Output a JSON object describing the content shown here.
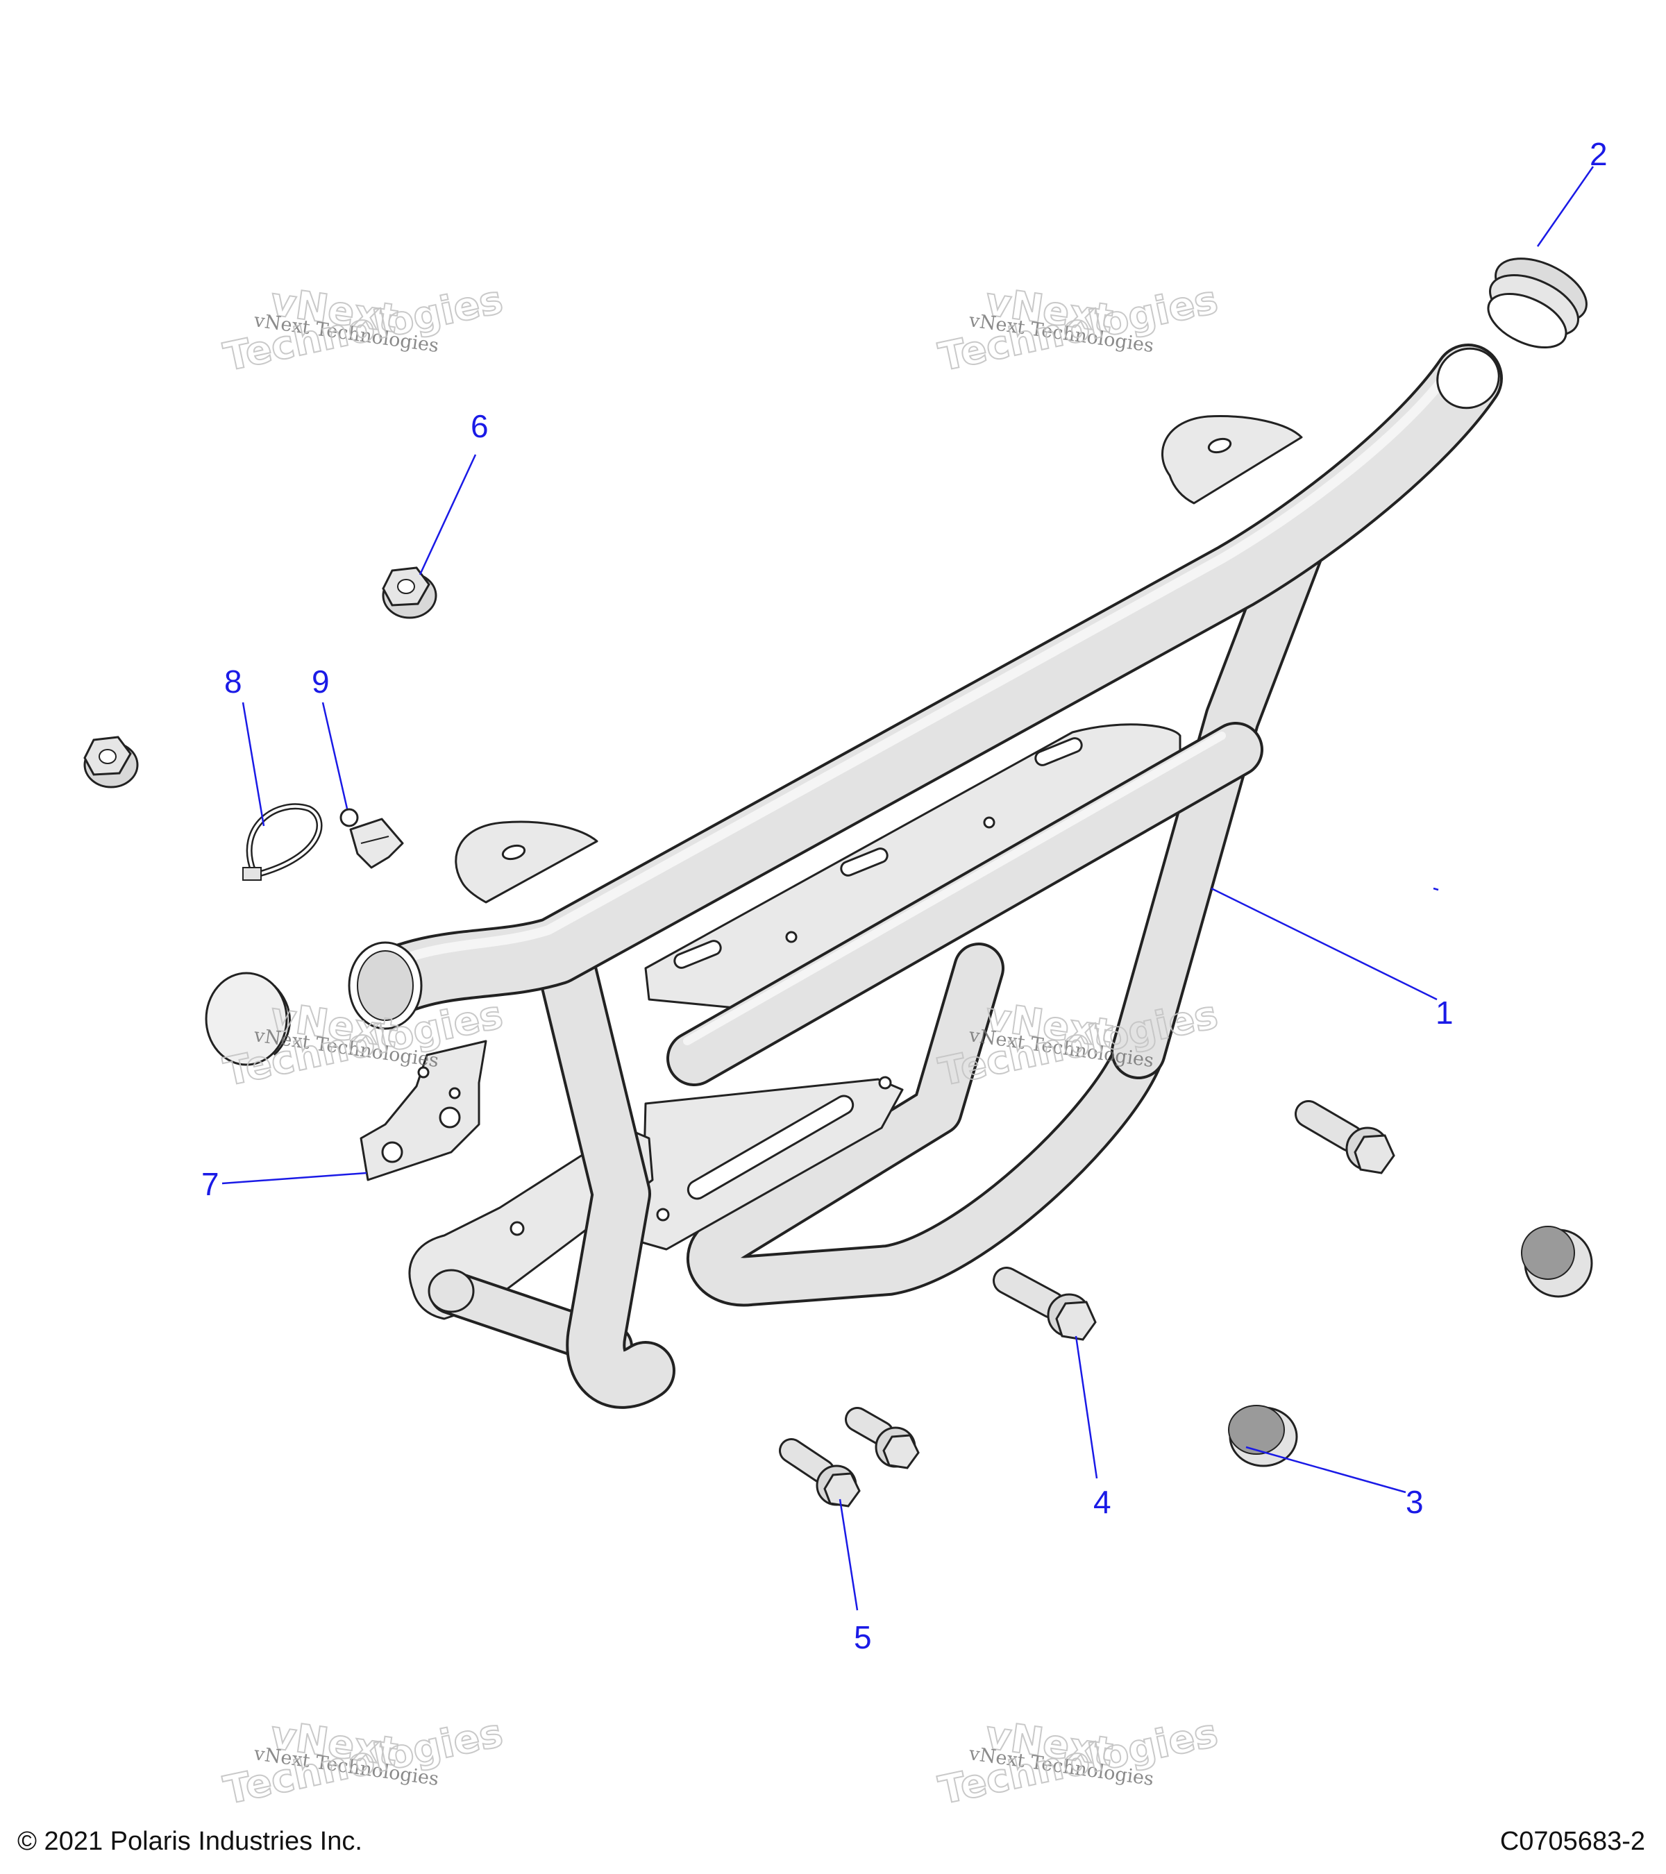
{
  "diagram": {
    "callouts": [
      {
        "id": "1",
        "label": "1"
      },
      {
        "id": "2",
        "label": "2"
      },
      {
        "id": "3",
        "label": "3"
      },
      {
        "id": "4",
        "label": "4"
      },
      {
        "id": "5",
        "label": "5"
      },
      {
        "id": "6",
        "label": "6"
      },
      {
        "id": "7",
        "label": "7"
      },
      {
        "id": "8",
        "label": "8"
      },
      {
        "id": "9",
        "label": "9"
      }
    ],
    "watermark": {
      "line_small": "vNext Technologies",
      "line_big_1": "vNext",
      "line_big_2": "Technologies"
    },
    "footer": {
      "copyright": "© 2021 Polaris Industries Inc.",
      "drawing_number": "C0705683-2"
    },
    "colors": {
      "callout": "#1a1ae6",
      "part_fill": "#e3e3e3",
      "outline": "#222222"
    }
  }
}
